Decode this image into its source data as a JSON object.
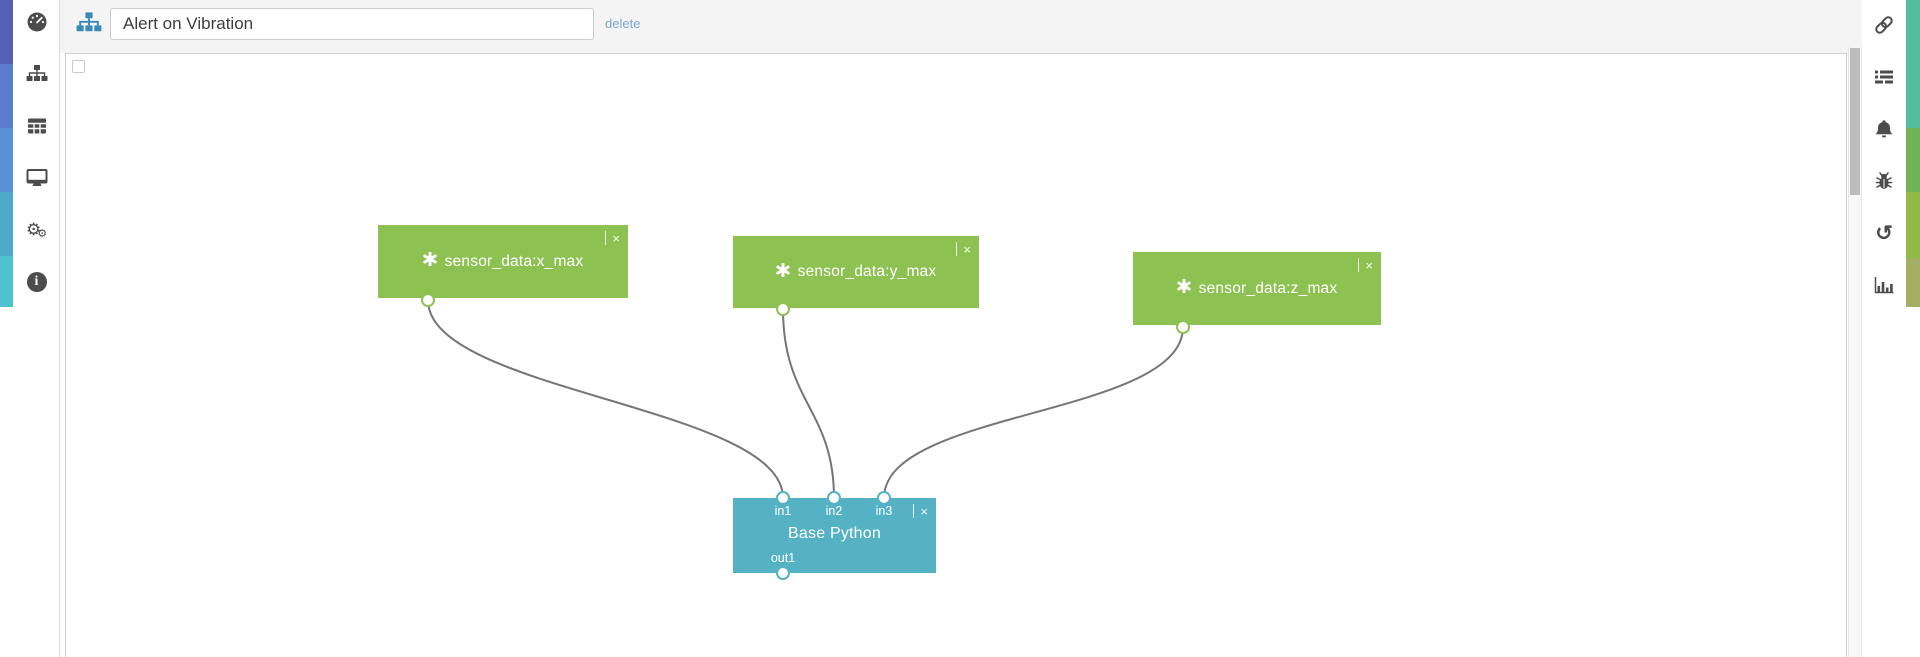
{
  "topbar": {
    "workflow_name": "Alert on Vibration",
    "delete_label": "delete",
    "workflow_icon": "sitemap-icon",
    "icon_color": "#3a8ab8"
  },
  "left_sidebar": {
    "icons": [
      {
        "name": "tachometer-icon"
      },
      {
        "name": "sitemap-icon"
      },
      {
        "name": "table-icon"
      },
      {
        "name": "desktop-icon"
      },
      {
        "name": "cogs-icon"
      },
      {
        "name": "info-icon"
      }
    ]
  },
  "right_sidebar": {
    "icons": [
      {
        "name": "link-icon"
      },
      {
        "name": "tasks-icon"
      },
      {
        "name": "bell-icon"
      },
      {
        "name": "bug-icon"
      },
      {
        "name": "history-icon"
      },
      {
        "name": "bar-chart-icon"
      }
    ]
  },
  "canvas": {
    "nodes": [
      {
        "label": "sensor_data:x_max",
        "type": "sensor",
        "icon": "asterisk-icon",
        "color": "#8dc253",
        "close_glyph": "×",
        "out_ports": [
          "out"
        ]
      },
      {
        "label": "sensor_data:y_max",
        "type": "sensor",
        "icon": "asterisk-icon",
        "color": "#8dc253",
        "close_glyph": "×",
        "out_ports": [
          "out"
        ]
      },
      {
        "label": "sensor_data:z_max",
        "type": "sensor",
        "icon": "asterisk-icon",
        "color": "#8dc253",
        "close_glyph": "×",
        "out_ports": [
          "out"
        ]
      },
      {
        "label": "Base Python",
        "type": "script",
        "color": "#55b2c4",
        "close_glyph": "×",
        "in_ports": [
          "in1",
          "in2",
          "in3"
        ],
        "out_ports": [
          "out1"
        ]
      }
    ],
    "connections": [
      {
        "from": "sensor_data:x_max.out",
        "to": "Base Python.in1"
      },
      {
        "from": "sensor_data:y_max.out",
        "to": "Base Python.in2"
      },
      {
        "from": "sensor_data:z_max.out",
        "to": "Base Python.in3"
      }
    ]
  },
  "colors": {
    "sensor_node_green": "#8dc253",
    "script_node_teal": "#55b2c4",
    "wire_gray": "#75757b",
    "topbar_icon_blue": "#3a8ab8",
    "delete_link_blue": "#7ea7c8"
  }
}
